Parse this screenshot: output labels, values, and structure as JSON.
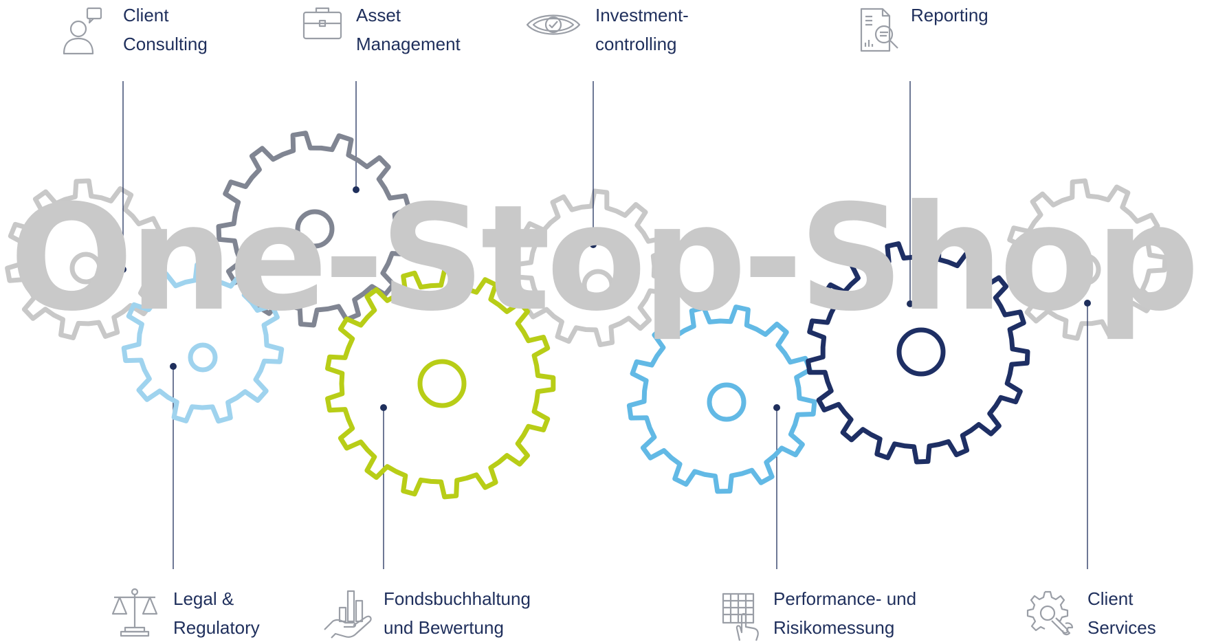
{
  "watermark": "One-Stop-Shop",
  "colors": {
    "navy": "#1f2f5c",
    "icon_gray": "#9a9ea6",
    "gear_light_gray": "#c8c8c8",
    "gear_slate": "#808592",
    "gear_light_blue": "#9fd3ee",
    "gear_green": "#b8cd17",
    "gear_sky_blue": "#62b9e5",
    "gear_dark_navy": "#1e2f64"
  },
  "services_top": [
    {
      "id": "client-consulting",
      "icon": "person-speech-icon",
      "line1": "Client",
      "line2": "Consulting"
    },
    {
      "id": "asset-management",
      "icon": "briefcase-icon",
      "line1": "Asset",
      "line2": "Management"
    },
    {
      "id": "investment-controlling",
      "icon": "eye-icon",
      "line1": "Investment-",
      "line2": "controlling"
    },
    {
      "id": "reporting",
      "icon": "document-search-icon",
      "line1": "Reporting",
      "line2": ""
    }
  ],
  "services_bottom": [
    {
      "id": "legal-regulatory",
      "icon": "scales-icon",
      "line1": "Legal &",
      "line2": "Regulatory"
    },
    {
      "id": "fondsbuchhaltung",
      "icon": "hand-chart-icon",
      "line1": "Fondsbuchhaltung",
      "line2": "und Bewertung"
    },
    {
      "id": "performance-risiko",
      "icon": "spreadsheet-hand-icon",
      "line1": "Performance- und",
      "line2": "Risikomessung"
    },
    {
      "id": "client-services",
      "icon": "gear-wrench-icon",
      "line1": "Client",
      "line2": "Services"
    }
  ]
}
